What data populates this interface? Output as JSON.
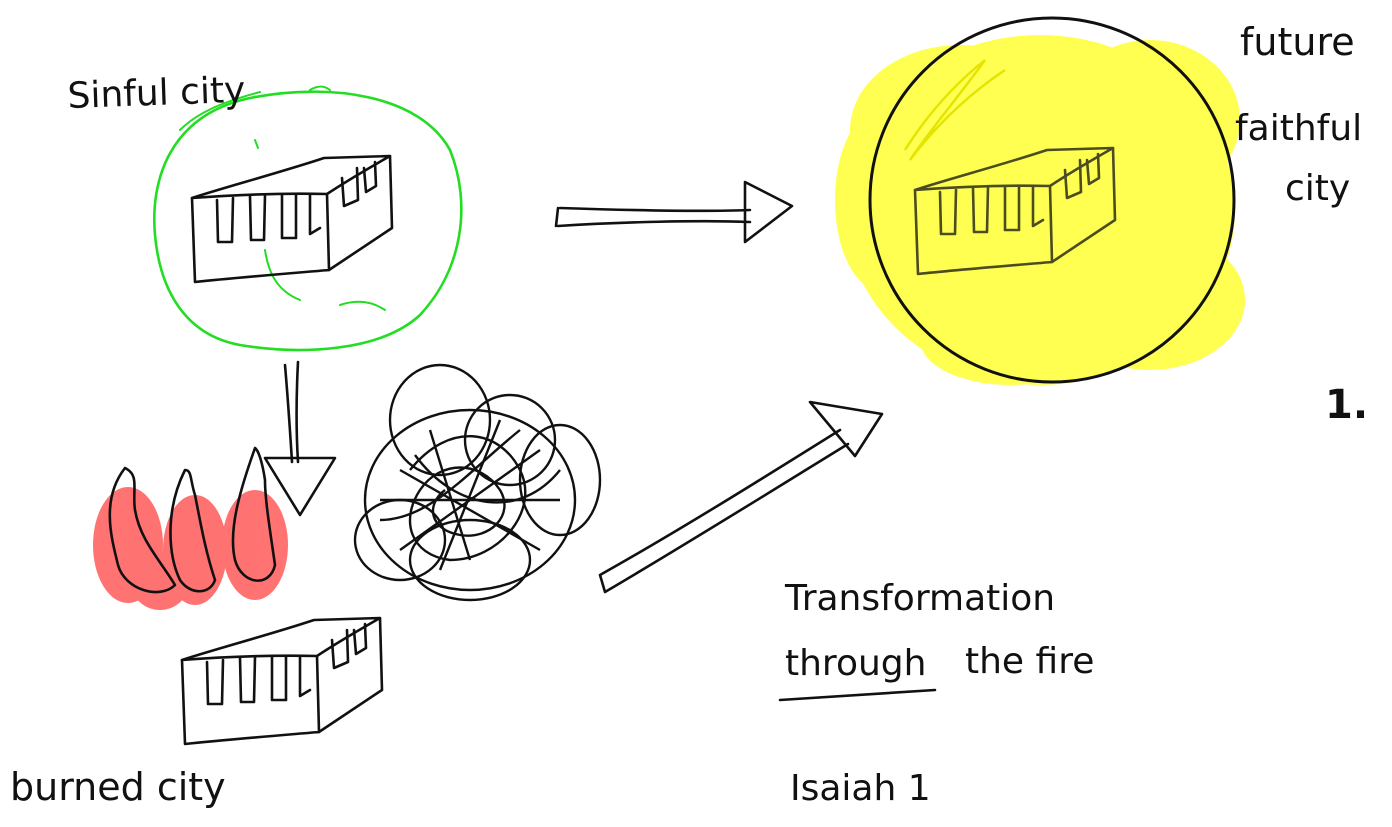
{
  "labels": {
    "sinful_city": "Sinful city",
    "future_line1": "future",
    "future_line2": "faithful",
    "future_line3": "city",
    "burned_city": "burned city",
    "transformation_line1": "Transformation",
    "through": "through",
    "the_fire": "the fire",
    "reference": "Isaiah 1",
    "number": "1."
  },
  "colors": {
    "ink": "#111111",
    "green_outline": "#22dd22",
    "glow_yellow": "#ffff33",
    "flame_red": "#ff5a5a"
  },
  "icons": {
    "city": "city-building-icon",
    "fire": "flame-icon",
    "smoke": "smoke-scribble-icon"
  }
}
